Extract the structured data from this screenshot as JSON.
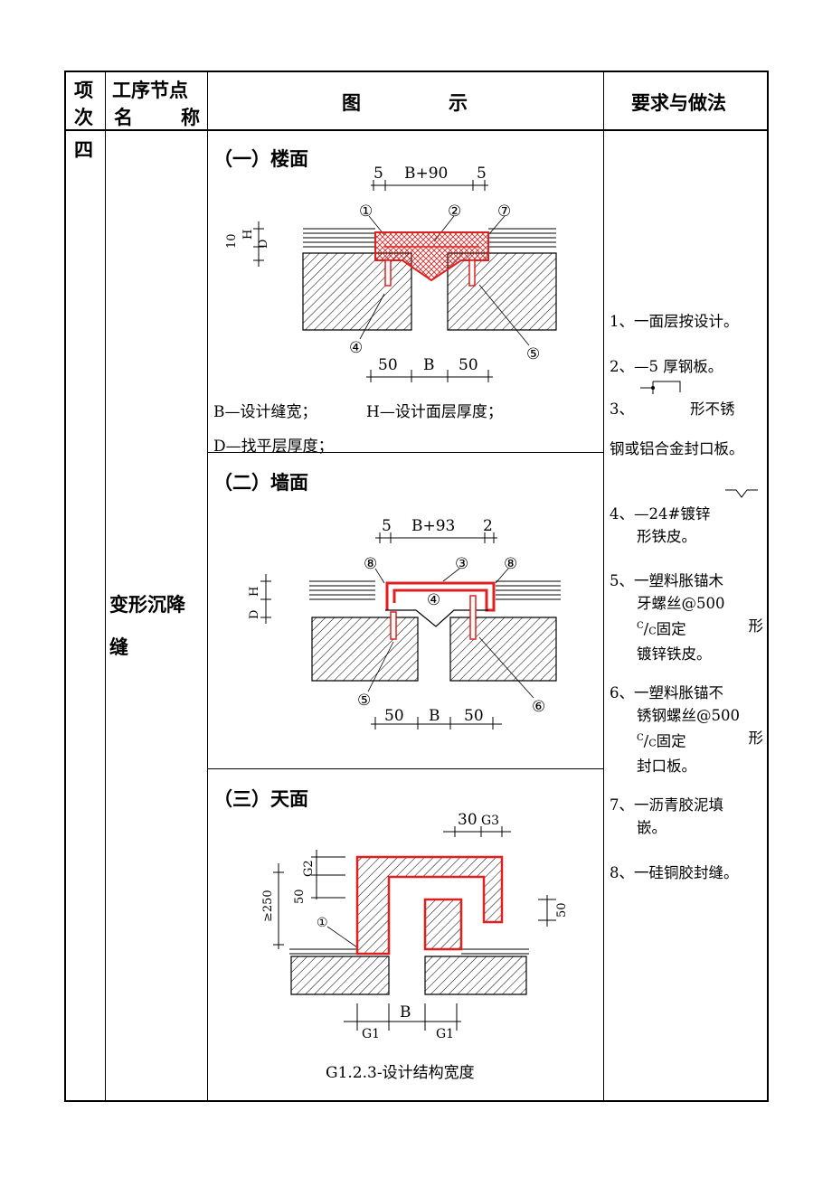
{
  "header": {
    "col1_line1": "项",
    "col1_line2": "次",
    "col2_line1": "工序节点",
    "col2_line2a": "名",
    "col2_line2b": "称",
    "col3_a": "图",
    "col3_b": "示",
    "col4": "要求与做法"
  },
  "row": {
    "index": "四",
    "name_line1": "变形沉降",
    "name_line2": "缝"
  },
  "section1": {
    "title": "（一）楼面",
    "dim_top": [
      "5",
      "B+90",
      "5"
    ],
    "dim_bottom": [
      "50",
      "B",
      "50"
    ],
    "side_labels": [
      "10",
      "H",
      "D"
    ],
    "callouts": [
      "①",
      "②",
      "⑦",
      "④",
      "⑤"
    ],
    "legend1": "B—设计缝宽；",
    "legend2": "H—设计面层厚度；",
    "legend3": "D—找平层厚度；"
  },
  "section2": {
    "title": "（二）墙面",
    "dim_top": [
      "5",
      "B+93",
      "2"
    ],
    "dim_bottom": [
      "50",
      "B",
      "50"
    ],
    "side_labels": [
      "H",
      "D"
    ],
    "callouts": [
      "⑧",
      "③",
      "⑧",
      "④",
      "⑤",
      "⑥"
    ]
  },
  "section3": {
    "title": "（三）天面",
    "dim_top": [
      "30",
      "G3"
    ],
    "side_left": [
      "≥250",
      "50",
      "G2"
    ],
    "side_right": "50",
    "callout": "①",
    "dim_bottom": [
      "B",
      "G1",
      "G1"
    ],
    "caption": "G1.2.3-设计结构宽度"
  },
  "requirements": {
    "r1": "1、一面层按设计。",
    "r2": "2、—5 厚钢板。",
    "r3a": "3、",
    "r3b": "形不锈",
    "r3c": "钢或铝合金封口板。",
    "r4a": "4、—24#镀锌",
    "r4b": "形铁皮。",
    "r5a": "5、一塑料胀锚木",
    "r5b": "牙螺丝@500",
    "r5c_sup": "C",
    "r5c_slash": "/",
    "r5c_sub": "C",
    "r5c_text": "固定",
    "r5c_end": "形",
    "r5d": "镀锌铁皮。",
    "r6a": "6、一塑料胀锚不",
    "r6b": "锈钢螺丝@500",
    "r6c_sup": "C",
    "r6c_slash": "/",
    "r6c_sub": "C",
    "r6c_text": "固定",
    "r6c_end": "形",
    "r6d": "封口板。",
    "r7a": "7、一沥青胶泥填",
    "r7b": "嵌。",
    "r8": "8、一硅铜胶封缝。"
  },
  "colors": {
    "highlight": "#e0201e",
    "line": "#000000"
  }
}
